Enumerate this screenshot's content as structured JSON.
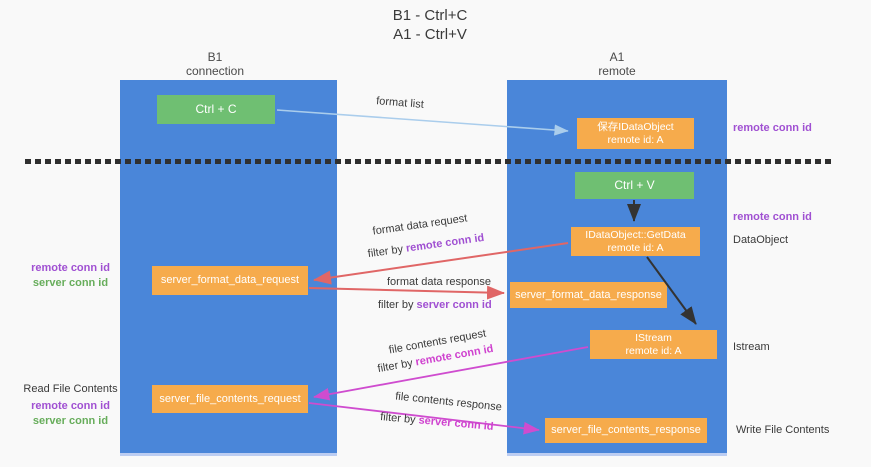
{
  "title": {
    "line1": "B1 - Ctrl+C",
    "line2": "A1 - Ctrl+V"
  },
  "columns": {
    "left": {
      "header_line1": "B1",
      "header_line2": "connection"
    },
    "right": {
      "header_line1": "A1",
      "header_line2": "remote"
    }
  },
  "boxes": {
    "ctrl_c": {
      "label": "Ctrl + C"
    },
    "ctrl_v": {
      "label": "Ctrl + V"
    },
    "save_dataobject": {
      "line1": "保存IDataObject",
      "line2": "remote id: A"
    },
    "getdata": {
      "line1": "IDataObject::GetData",
      "line2": "remote id: A"
    },
    "istream": {
      "line1": "IStream",
      "line2": "remote id: A"
    },
    "server_format_data_request": {
      "label": "server_format_data_request"
    },
    "server_format_data_response": {
      "label": "server_format_data_response"
    },
    "server_file_contents_request": {
      "label": "server_file_contents_request"
    },
    "server_file_contents_response": {
      "label": "server_file_contents_response"
    }
  },
  "arrow_labels": {
    "format_list": "format list",
    "format_data_request": "format data request",
    "format_data_response": "format data response",
    "file_contents_request": "file contents request",
    "file_contents_response": "file contents response",
    "filter_by": "filter by "
  },
  "side_labels": {
    "remote_conn_id": "remote conn id",
    "server_conn_id": "server conn id",
    "dataobject": "DataObject",
    "istream": "Istream",
    "read_file_contents": "Read File Contents",
    "write_file_contents": "Write File Contents"
  },
  "colors": {
    "column_blue": "#4a86d9",
    "box_orange": "#f6ab4c",
    "box_green": "#6fbf72",
    "arrow_red": "#e06666",
    "arrow_magenta": "#cf4ccf",
    "arrow_lightblue": "#aacdec",
    "arrow_black": "#333333",
    "text_purple": "#a050d2",
    "text_green": "#67ad5b",
    "text_magenta": "#cf42cf"
  }
}
